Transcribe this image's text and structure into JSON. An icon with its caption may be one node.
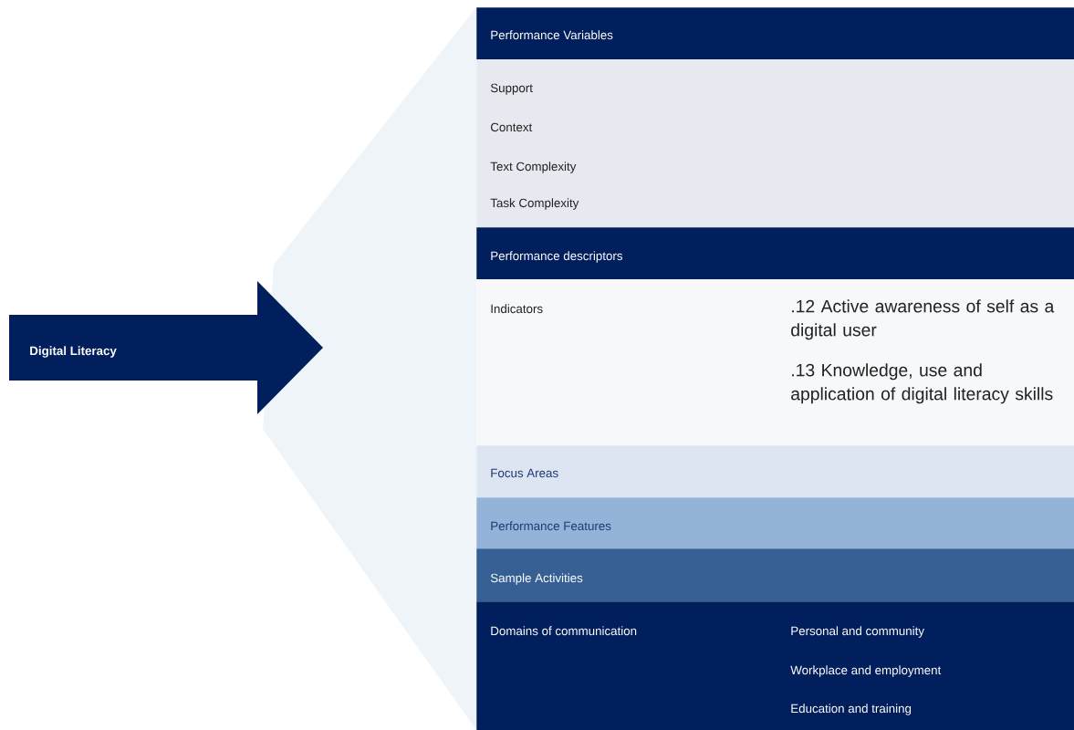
{
  "diagram": {
    "nodes": [
      {
        "text": [
          "Digital Literacy"
        ]
      },
      {
        "text": [
          "Performance Variables"
        ]
      },
      {
        "text": [
          "Support",
          "Context",
          "Text Complexity",
          "Task Complexity"
        ]
      },
      {
        "text": [
          "Performance descriptors"
        ]
      },
      {
        "text": [
          "Indicators",
          ".12 Active awareness of self as a digital user",
          ".13 Knowledge, use and application of digital literacy skills"
        ]
      },
      {
        "text": [
          "Focus Areas"
        ]
      },
      {
        "text": [
          "Performance Features"
        ]
      },
      {
        "text": [
          "Sample Activities"
        ]
      },
      {
        "text": [
          "Domains of communication",
          "Personal and community",
          "Workplace and employment",
          "Education and training"
        ]
      }
    ]
  }
}
